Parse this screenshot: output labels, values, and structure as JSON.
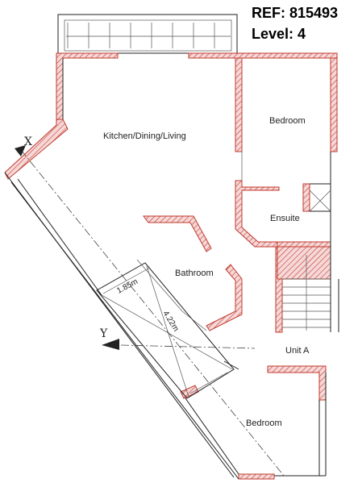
{
  "header": {
    "ref": "REF: 815493",
    "level": "Level: 4"
  },
  "rooms": {
    "kitchen": "Kitchen/Dining/Living",
    "bedroom_top": "Bedroom",
    "ensuite": "Ensuite",
    "bathroom": "Bathroom",
    "unit": "Unit A",
    "bedroom_bottom": "Bedroom"
  },
  "dimensions": {
    "width": "1.85m",
    "diagonal": "4.22m"
  },
  "section_markers": {
    "x": "X",
    "y": "Y"
  },
  "colors": {
    "wall_hatch": "#c0392b",
    "line": "#222222"
  }
}
